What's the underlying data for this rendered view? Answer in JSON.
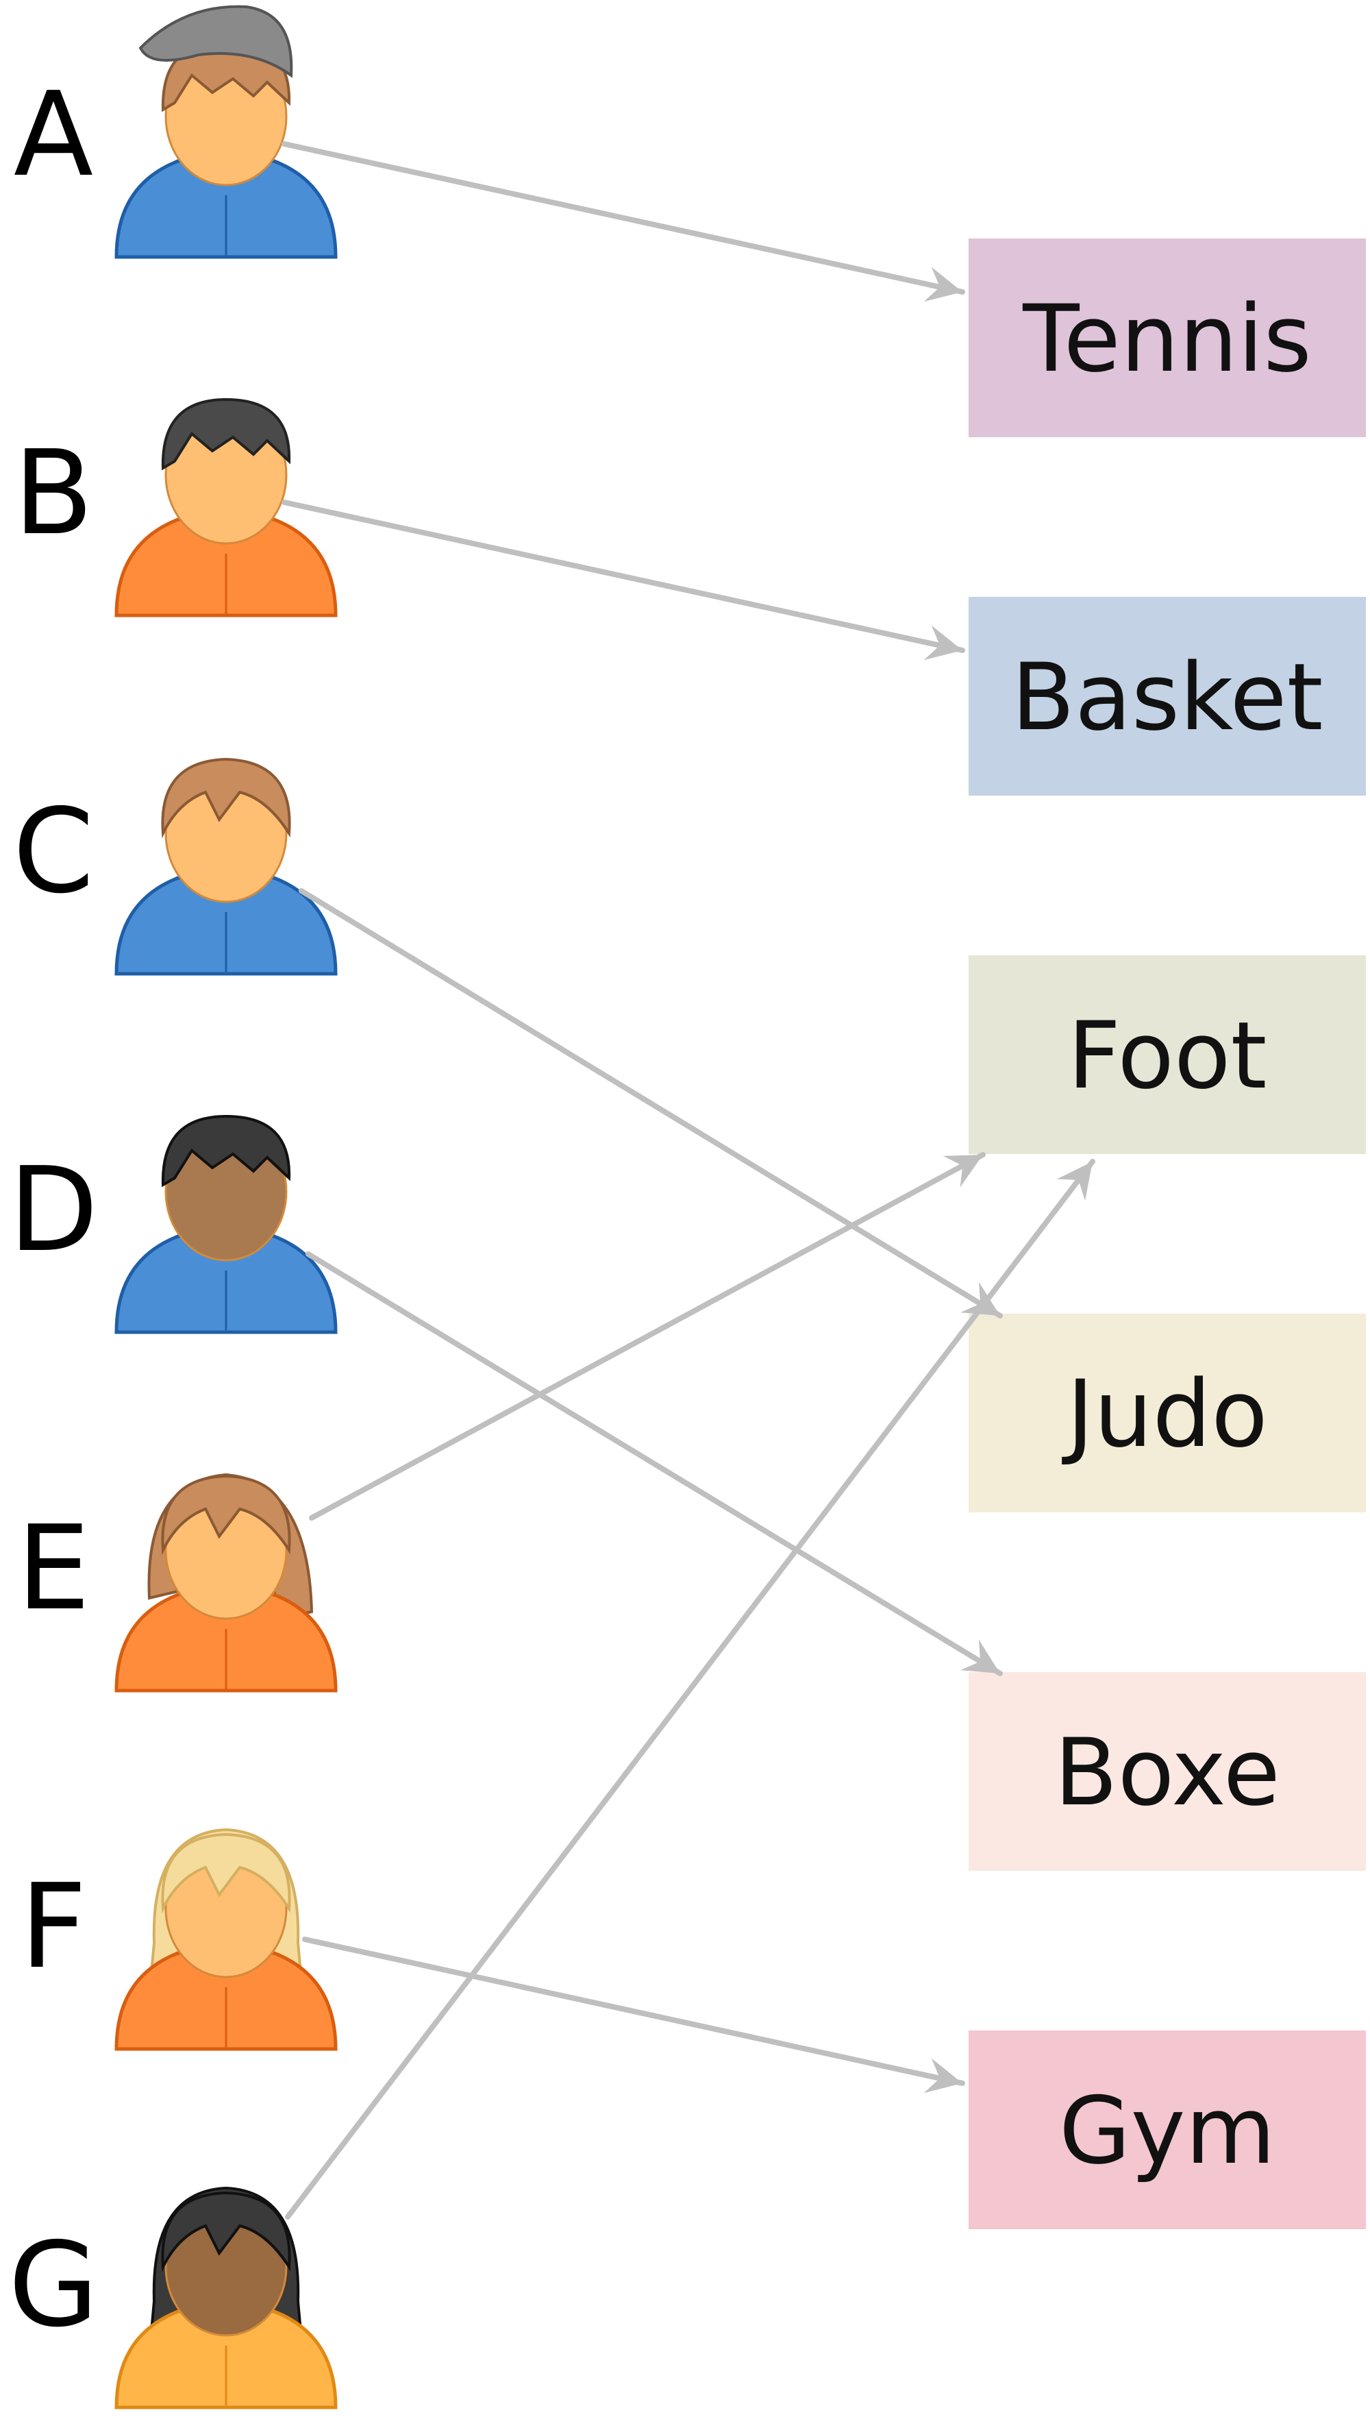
{
  "diagram": {
    "people": [
      {
        "id": "A",
        "label": "A",
        "hair": "#c98c5d",
        "hair_edge": "#8b5a34",
        "skin": "#ffbf73",
        "shirt": "#4a8fd6",
        "shirt_edge": "#1f5ea8",
        "collar": "#e8e8e8",
        "cap": "#8a8a8a",
        "style": "cap"
      },
      {
        "id": "B",
        "label": "B",
        "hair": "#4a4a4a",
        "hair_edge": "#222222",
        "skin": "#ffbf73",
        "shirt": "#ff8c3a",
        "shirt_edge": "#d95e10",
        "collar": "#e8e8e8",
        "style": "short"
      },
      {
        "id": "C",
        "label": "C",
        "hair": "#c98c5d",
        "hair_edge": "#8b5a34",
        "skin": "#ffbf73",
        "shirt": "#4a8fd6",
        "shirt_edge": "#1f5ea8",
        "collar": "#e8e8e8",
        "style": "bowl"
      },
      {
        "id": "D",
        "label": "D",
        "hair": "#3a3a3a",
        "hair_edge": "#111111",
        "skin": "#a9794f",
        "shirt": "#4a8fd6",
        "shirt_edge": "#1f5ea8",
        "collar": "#6ec04f",
        "style": "short"
      },
      {
        "id": "E",
        "label": "E",
        "hair": "#c98c5d",
        "hair_edge": "#8b5a34",
        "skin": "#ffbf73",
        "shirt": "#ff8c3a",
        "shirt_edge": "#d95e10",
        "collar": "#ff8c3a",
        "style": "bob"
      },
      {
        "id": "F",
        "label": "F",
        "hair": "#f6dc9c",
        "hair_edge": "#d4b060",
        "skin": "#ffbf73",
        "shirt": "#ff8c3a",
        "shirt_edge": "#d95e10",
        "collar": "#ff8c3a",
        "style": "long"
      },
      {
        "id": "G",
        "label": "G",
        "hair": "#3a3a3a",
        "hair_edge": "#111111",
        "skin": "#9a6a40",
        "shirt": "#ffb547",
        "shirt_edge": "#e08a15",
        "collar": "#9a6a40",
        "style": "long"
      }
    ],
    "sports": [
      {
        "id": "tennis",
        "label": "Tennis",
        "color": "#dec3d9"
      },
      {
        "id": "basket",
        "label": "Basket",
        "color": "#c3d2e4"
      },
      {
        "id": "foot",
        "label": "Foot",
        "color": "#e6e6d6"
      },
      {
        "id": "judo",
        "label": "Judo",
        "color": "#f3edd7"
      },
      {
        "id": "boxe",
        "label": "Boxe",
        "color": "#fbe8e2"
      },
      {
        "id": "gym",
        "label": "Gym",
        "color": "#f4c6cf"
      }
    ],
    "links": [
      {
        "from": "A",
        "to": "tennis"
      },
      {
        "from": "B",
        "to": "basket"
      },
      {
        "from": "C",
        "to": "judo"
      },
      {
        "from": "D",
        "to": "boxe"
      },
      {
        "from": "E",
        "to": "foot"
      },
      {
        "from": "F",
        "to": "gym"
      },
      {
        "from": "G",
        "to": "foot"
      }
    ],
    "arrow_color": "#bfbfbf"
  }
}
